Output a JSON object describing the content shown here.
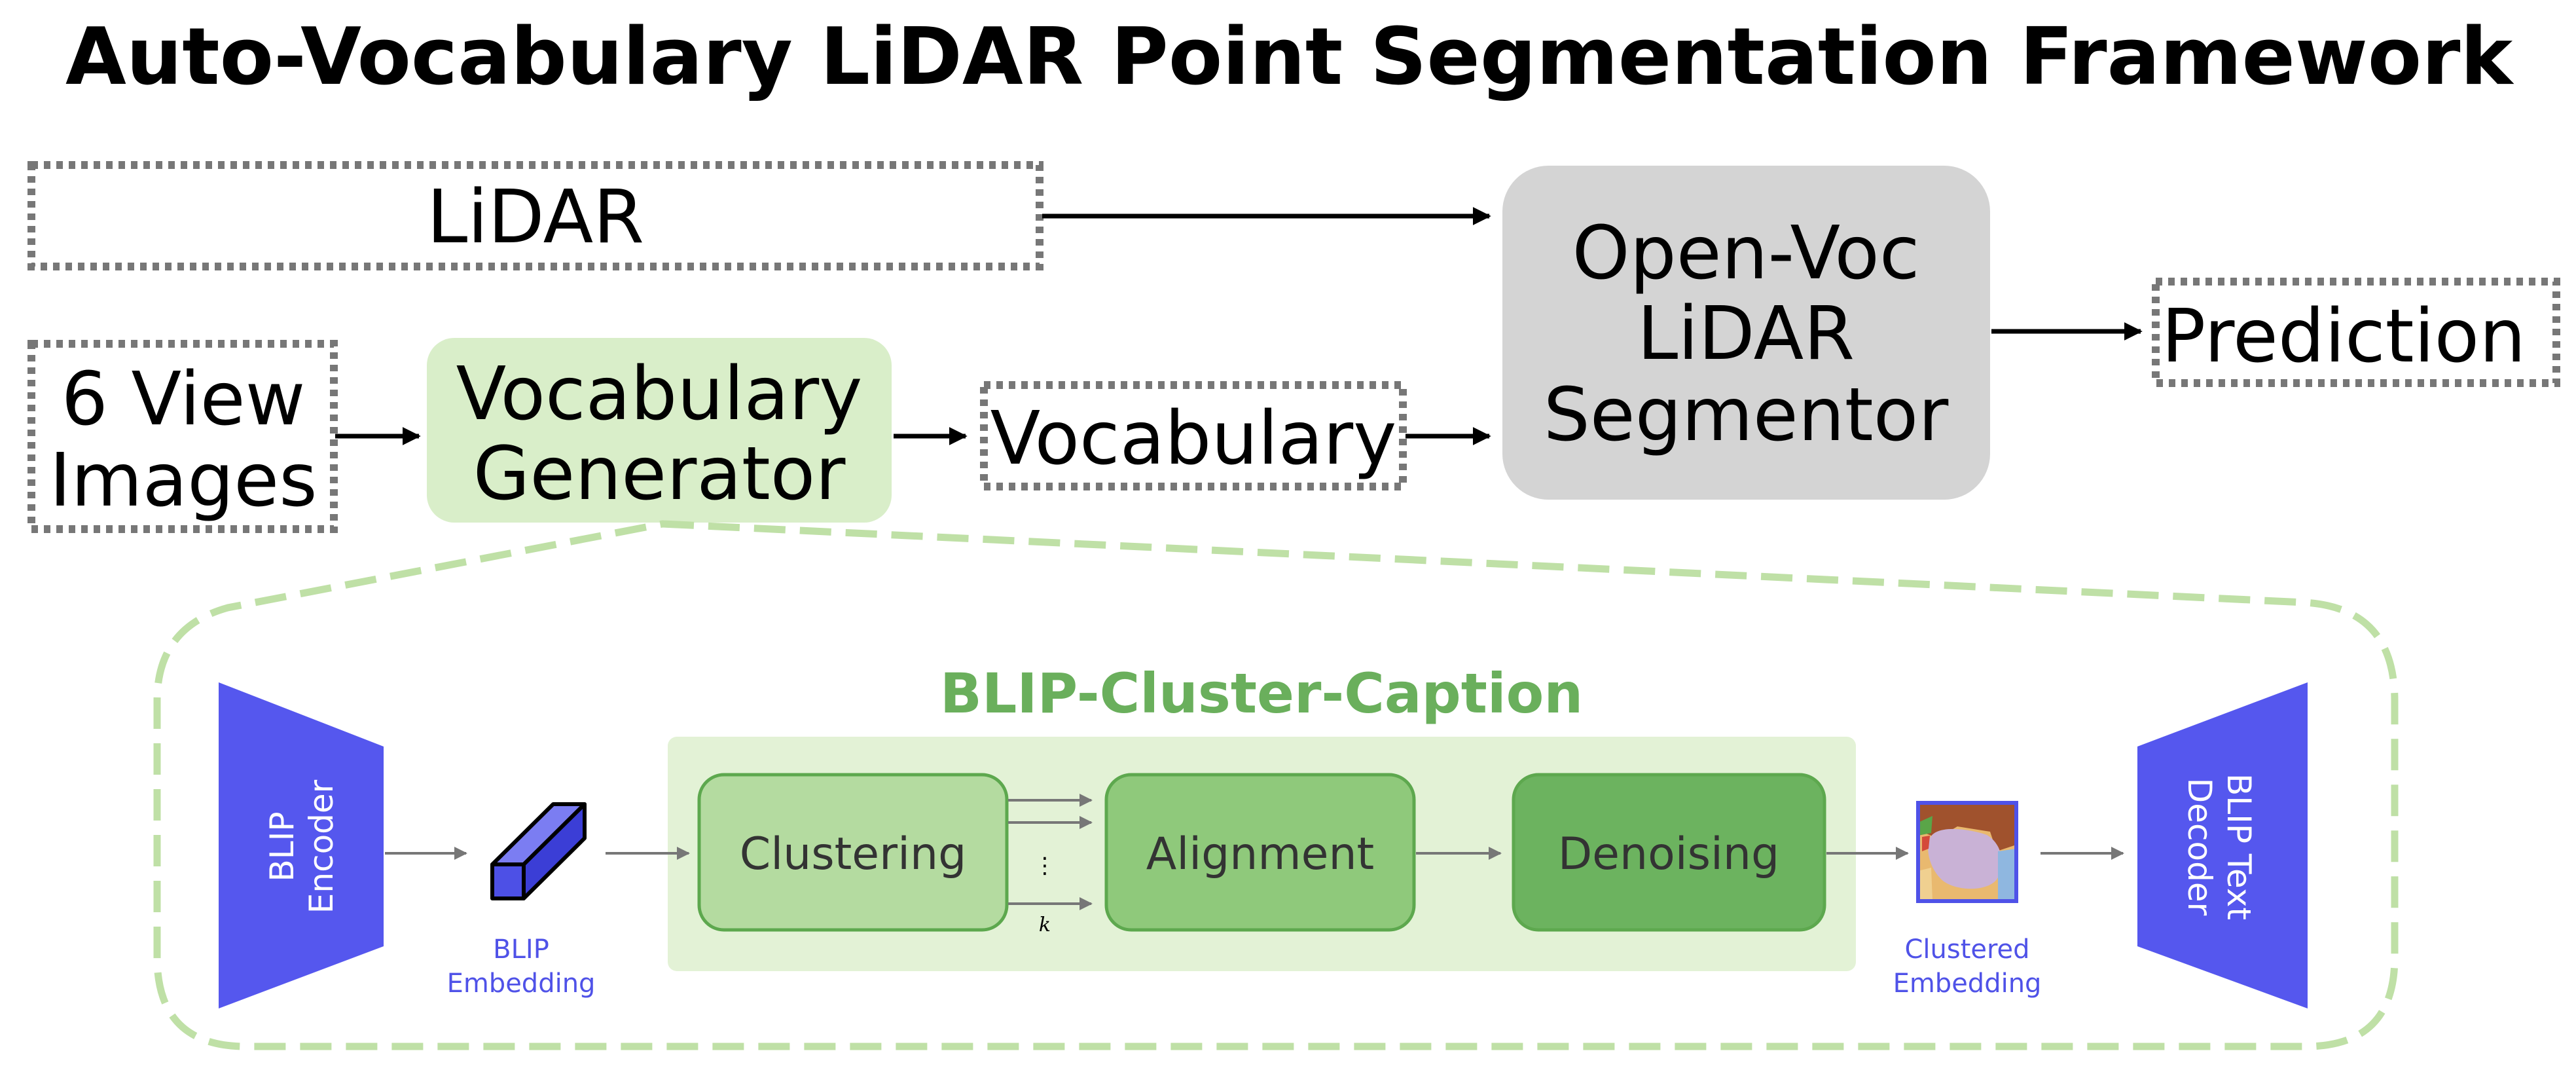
{
  "title": "Auto-Vocabulary LiDAR Point Segmentation Framework",
  "inputs": {
    "lidar": "LiDAR",
    "images_line1": "6 View",
    "images_line2": "Images"
  },
  "generator": {
    "line1": "Vocabulary",
    "line2": "Generator"
  },
  "vocabulary": "Vocabulary",
  "segmentor": {
    "line1": "Open-Voc",
    "line2": "LiDAR",
    "line3": "Segmentor"
  },
  "prediction": "Prediction",
  "detail": {
    "title": "BLIP-Cluster-Caption",
    "encoder_line1": "BLIP",
    "encoder_line2": "Encoder",
    "embedding_line1": "BLIP",
    "embedding_line2": "Embedding",
    "clustering": "Clustering",
    "alignment": "Alignment",
    "denoising": "Denoising",
    "k_label": "k",
    "dots": "⋮",
    "clustered_line1": "Clustered",
    "clustered_line2": "Embedding",
    "decoder_line1": "BLIP Text",
    "decoder_line2": "Decoder"
  },
  "colors": {
    "generator_fill": "#d9eec9",
    "segmentor_fill": "#d4d4d4",
    "dashed_green": "#bfe0a6",
    "panel_fill": "#e3f2d6",
    "clustering_fill": "#b4dba0",
    "alignment_fill": "#8fc97b",
    "denoising_fill": "#6cb35f",
    "module_border": "#5da84e",
    "blip_blue": "#5557ee",
    "caption_green": "#6aaf5c",
    "arrow_gray": "#777777"
  },
  "icons": {
    "embedding": "3d-cuboid-icon",
    "clustered_embedding": "segmentation-map-icon"
  }
}
